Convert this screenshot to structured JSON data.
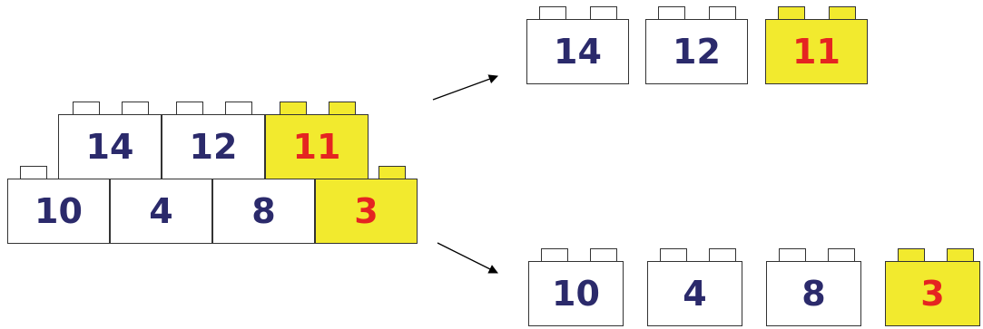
{
  "colors": {
    "plain_fill": "#ffffff",
    "highlight_fill": "#f2ea2e",
    "plain_text": "#2b2a6b",
    "highlight_text": "#e52421",
    "outline": "#333333"
  },
  "stack": {
    "top_row": [
      {
        "value": "14",
        "highlight": false
      },
      {
        "value": "12",
        "highlight": false
      },
      {
        "value": "11",
        "highlight": true
      }
    ],
    "bottom_row": [
      {
        "value": "10",
        "highlight": false
      },
      {
        "value": "4",
        "highlight": false
      },
      {
        "value": "8",
        "highlight": false
      },
      {
        "value": "3",
        "highlight": true
      }
    ]
  },
  "split_top": [
    {
      "value": "14",
      "highlight": false
    },
    {
      "value": "12",
      "highlight": false
    },
    {
      "value": "11",
      "highlight": true
    }
  ],
  "split_bottom": [
    {
      "value": "10",
      "highlight": false
    },
    {
      "value": "4",
      "highlight": false
    },
    {
      "value": "8",
      "highlight": false
    },
    {
      "value": "3",
      "highlight": true
    }
  ]
}
